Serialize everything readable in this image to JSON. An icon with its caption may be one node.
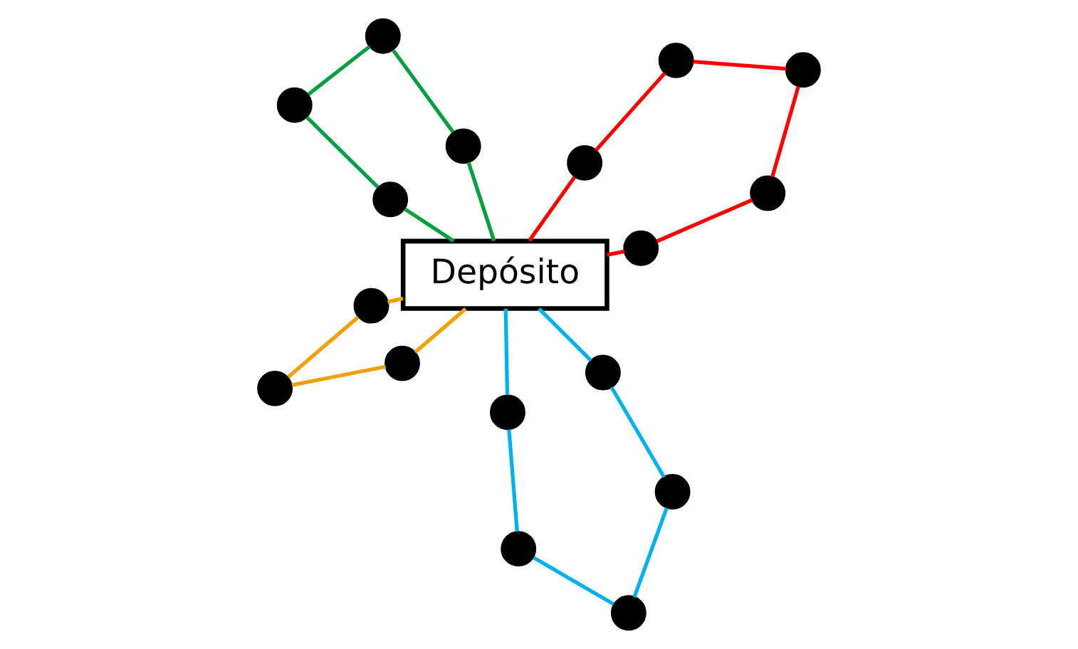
{
  "diagram": {
    "nodes": [
      {
        "text": [
          "Depósito"
        ]
      },
      {
        "text": [],
        "shape": "circle"
      },
      {
        "text": [],
        "shape": "circle"
      },
      {
        "text": [],
        "shape": "circle"
      },
      {
        "text": [],
        "shape": "circle"
      },
      {
        "text": [],
        "shape": "circle"
      },
      {
        "text": [],
        "shape": "circle"
      },
      {
        "text": [],
        "shape": "circle"
      },
      {
        "text": [],
        "shape": "circle"
      },
      {
        "text": [],
        "shape": "circle"
      },
      {
        "text": [],
        "shape": "circle"
      },
      {
        "text": [],
        "shape": "circle"
      },
      {
        "text": [],
        "shape": "circle"
      },
      {
        "text": [],
        "shape": "circle"
      },
      {
        "text": [],
        "shape": "circle"
      },
      {
        "text": [],
        "shape": "circle"
      },
      {
        "text": [],
        "shape": "circle"
      },
      {
        "text": [],
        "shape": "circle"
      }
    ],
    "edges": [
      {
        "from": 0,
        "to": 5,
        "arrow": "none",
        "color": "#ff0000"
      },
      {
        "from": 5,
        "to": 3,
        "arrow": "none",
        "color": "#ff0000"
      },
      {
        "from": 3,
        "to": 4,
        "arrow": "none",
        "color": "#ff0000"
      },
      {
        "from": 4,
        "to": 7,
        "arrow": "none",
        "color": "#ff0000"
      },
      {
        "from": 7,
        "to": 8,
        "arrow": "none",
        "color": "#ff0000"
      },
      {
        "from": 8,
        "to": 0,
        "arrow": "none",
        "color": "#ff0000"
      },
      {
        "from": 0,
        "to": 1,
        "arrow": "none",
        "color": "#f0a000"
      },
      {
        "from": 1,
        "to": 2,
        "arrow": "none",
        "color": "#f0a000"
      },
      {
        "from": 2,
        "to": 6,
        "arrow": "none",
        "color": "#f0a000"
      },
      {
        "from": 6,
        "to": 0,
        "arrow": "none",
        "color": "#f0a000"
      },
      {
        "from": 0,
        "to": 9,
        "arrow": "none",
        "color": "#00b0f0"
      },
      {
        "from": 9,
        "to": 11,
        "arrow": "none",
        "color": "#00b0f0"
      },
      {
        "from": 11,
        "to": 15,
        "arrow": "none",
        "color": "#00b0f0"
      },
      {
        "from": 15,
        "to": 16,
        "arrow": "none",
        "color": "#00b0f0"
      },
      {
        "from": 16,
        "to": 13,
        "arrow": "none",
        "color": "#00b0f0"
      },
      {
        "from": 13,
        "to": 0,
        "arrow": "none",
        "color": "#00b0f0"
      },
      {
        "from": 0,
        "to": 14,
        "arrow": "none",
        "color": "#00a040"
      },
      {
        "from": 14,
        "to": 17,
        "arrow": "none",
        "color": "#00a040"
      },
      {
        "from": 17,
        "to": 12,
        "arrow": "none",
        "color": "#00a040"
      },
      {
        "from": 12,
        "to": 10,
        "arrow": "none",
        "color": "#00a040"
      },
      {
        "from": 10,
        "to": 0,
        "arrow": "none",
        "color": "#00a040"
      }
    ]
  }
}
